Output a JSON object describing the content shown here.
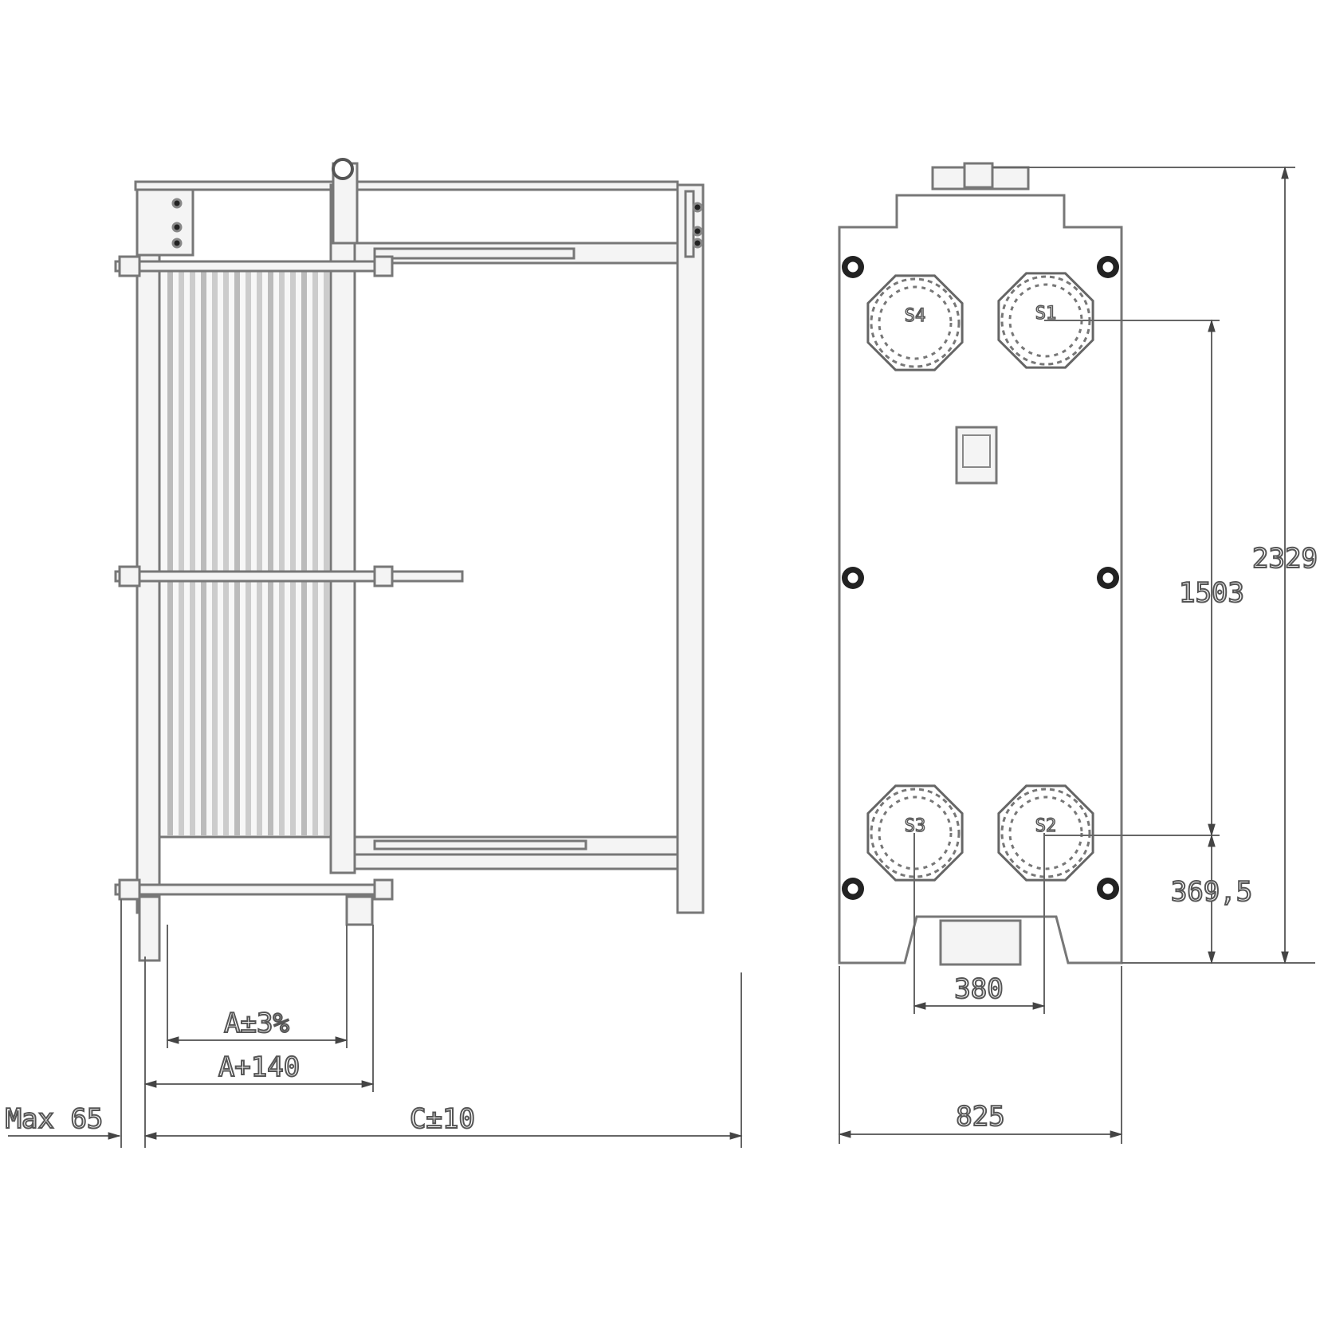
{
  "side_view": {
    "dimensions": {
      "a_tolerance": "A±3%",
      "a_plus": "A+140",
      "max": "Max 65",
      "c_tolerance": "C±10"
    }
  },
  "front_view": {
    "ports": [
      "S4",
      "S1",
      "S3",
      "S2"
    ],
    "dimensions": {
      "width": "825",
      "port_spacing_h": "380",
      "port_spacing_v": "1503",
      "bottom_offset": "369,5",
      "height": "2329"
    }
  }
}
